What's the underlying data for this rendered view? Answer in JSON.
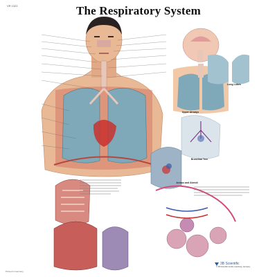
{
  "poster": {
    "code": "VR 1322",
    "title": "The Respiratory System",
    "logo": "3B Scientific",
    "sub_titles": {
      "upper_airways": "Upper Airways",
      "lung_lobes": "Lung Lobes",
      "bronchi": "Bronchial Tree",
      "alveoli": "Acinus and Alveoli"
    },
    "footer": "Printed in Germany",
    "logo_sub": "© 3B Scientific GmbH, Hamburg, Germany"
  },
  "colors": {
    "skin": "#e9b895",
    "muscle": "#c8574a",
    "lung": "#7fa9b8",
    "airway": "#e8c6b8",
    "artery": "#c9312e",
    "vein": "#3b5aa8"
  },
  "icons": [
    "logo-icon"
  ]
}
